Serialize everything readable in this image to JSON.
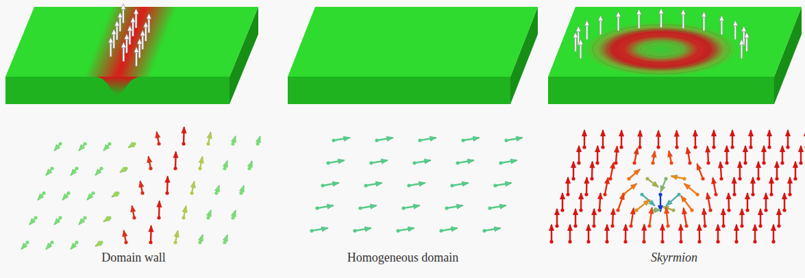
{
  "diagram": {
    "labels": [
      "Domain wall",
      "Homogeneous domain",
      "Skyrmion"
    ]
  }
}
